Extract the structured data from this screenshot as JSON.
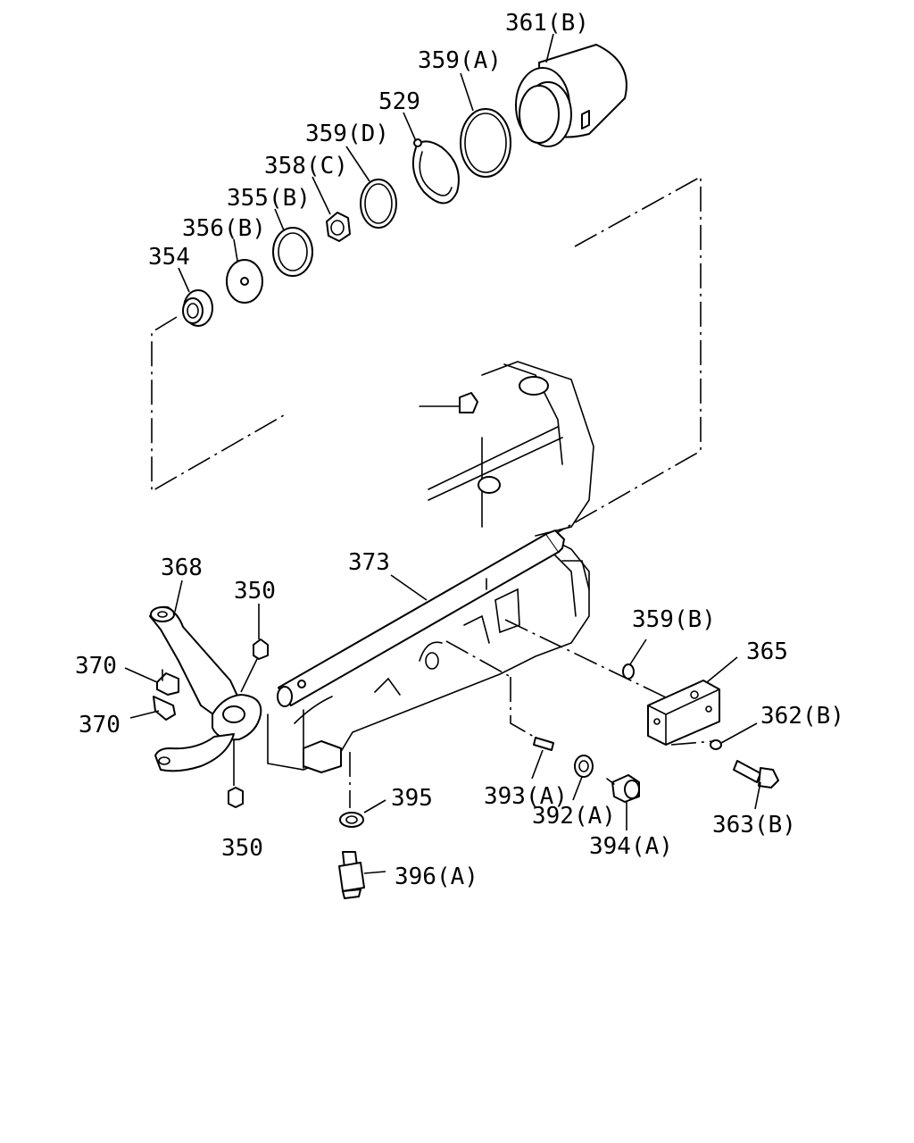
{
  "callouts": {
    "c361B": "361(B)",
    "c359A": "359(A)",
    "c529": "529",
    "c359D": "359(D)",
    "c358C": "358(C)",
    "c355B": "355(B)",
    "c356B": "356(B)",
    "c354": "354",
    "c373": "373",
    "c368": "368",
    "c350top": "350",
    "c370top": "370",
    "c370bot": "370",
    "c350bot": "350",
    "c359B": "359(B)",
    "c365": "365",
    "c362B": "362(B)",
    "c363B": "363(B)",
    "c395": "395",
    "c393A": "393(A)",
    "c392A": "392(A)",
    "c394A": "394(A)",
    "c396A": "396(A)"
  },
  "colors": {
    "ink": "#000000",
    "paper": "#ffffff"
  }
}
